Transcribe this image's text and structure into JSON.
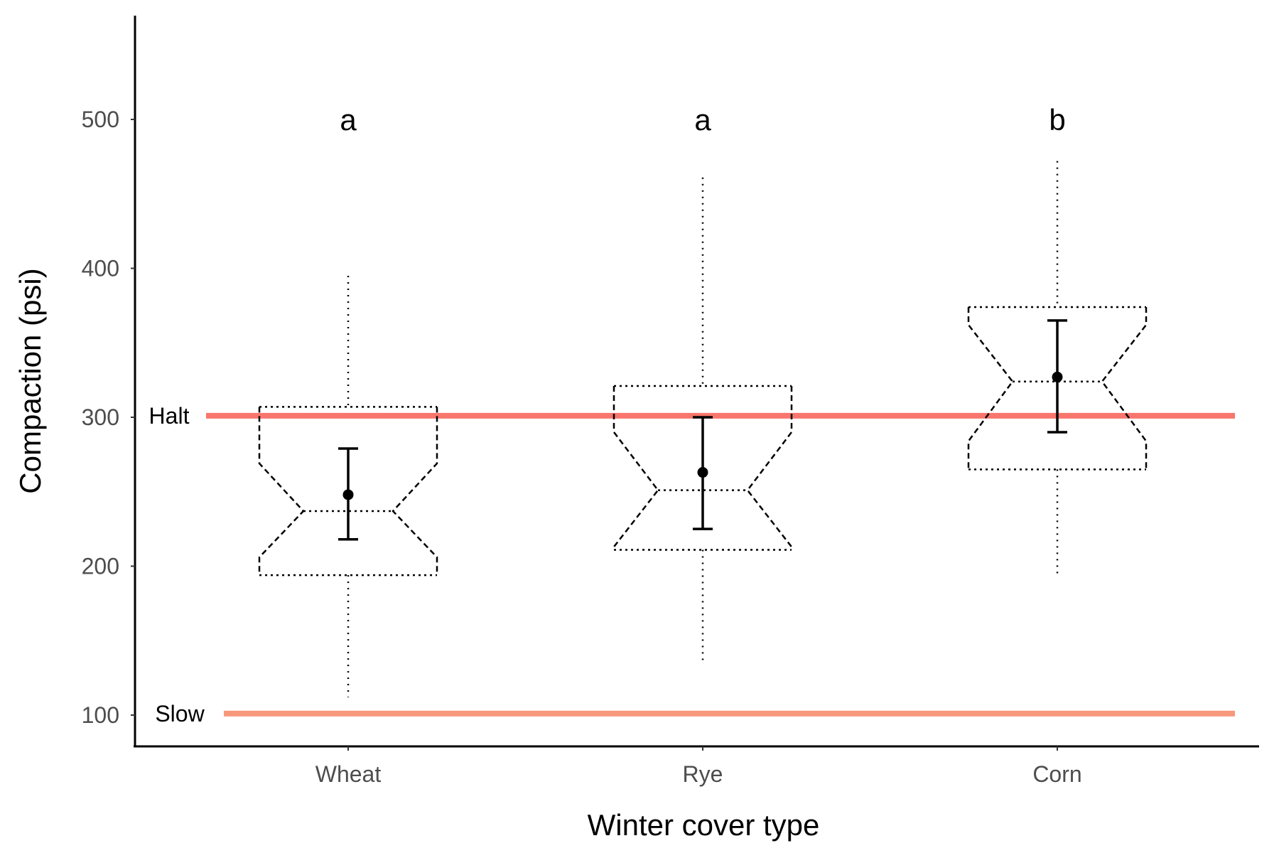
{
  "chart_data": {
    "type": "boxplot",
    "title": "",
    "xlabel": "Winter cover type",
    "ylabel": "Compaction (psi)",
    "ylim": [
      70,
      570
    ],
    "yticks": [
      100,
      200,
      300,
      400,
      500
    ],
    "grid": false,
    "legend": "none",
    "categories": [
      "Wheat",
      "Rye",
      "Corn"
    ],
    "boxes": [
      {
        "category": "Wheat",
        "whisker_low": 112,
        "q1": 194,
        "median": 237,
        "q3": 307,
        "whisker_high": 395,
        "notch_low": 206,
        "notch_high": 269,
        "mean": 248,
        "ci_low": 218,
        "ci_high": 279,
        "letter": "a"
      },
      {
        "category": "Rye",
        "whisker_low": 134,
        "q1": 211,
        "median": 251,
        "q3": 321,
        "whisker_high": 461,
        "notch_low": 213,
        "notch_high": 290,
        "mean": 263,
        "ci_low": 225,
        "ci_high": 300,
        "letter": "a"
      },
      {
        "category": "Corn",
        "whisker_low": 195,
        "q1": 265,
        "median": 324,
        "q3": 374,
        "whisker_high": 472,
        "notch_low": 284,
        "notch_high": 362,
        "mean": 327,
        "ci_low": 290,
        "ci_high": 365,
        "letter": "b"
      }
    ],
    "reference_lines": [
      {
        "label": "Halt",
        "value": 301,
        "color": "#f8766d"
      },
      {
        "label": "Slow",
        "value": 101,
        "color": "#f8987a"
      }
    ]
  }
}
